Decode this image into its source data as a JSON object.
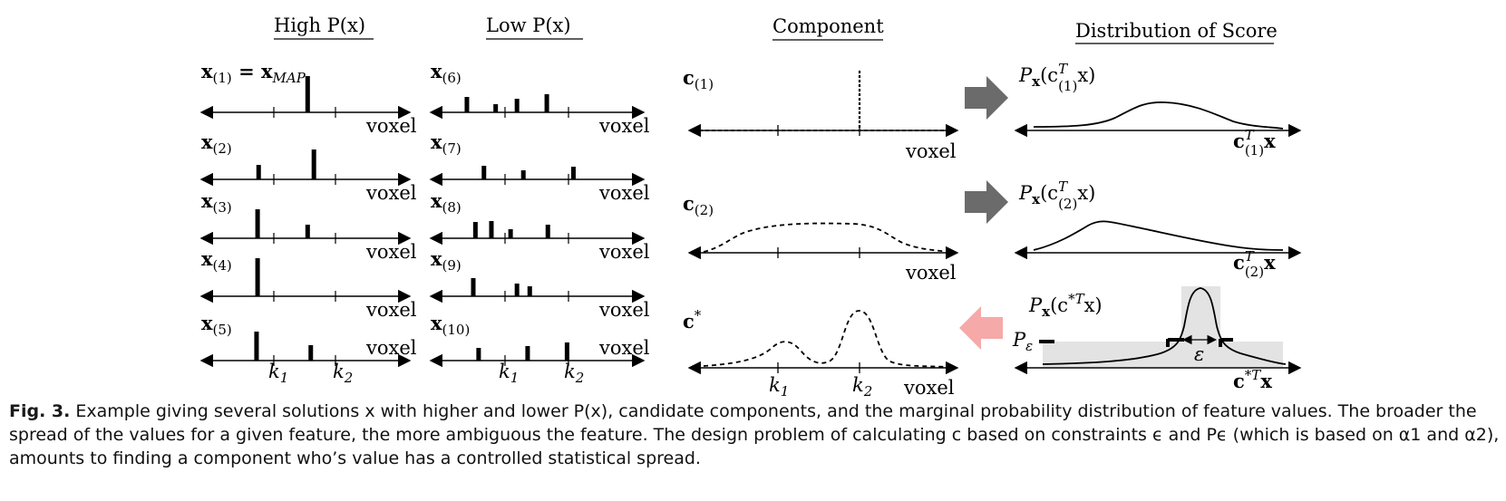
{
  "headings": {
    "high": "High P(x)",
    "low": "Low P(x)",
    "component": "Component",
    "distribution": "Distribution of Score"
  },
  "axis_word": "voxel",
  "tick_k1": "k",
  "tick_k2": "k",
  "solutions_high": [
    {
      "label": "x",
      "sub": "(1)",
      "suffix": " = x",
      "suffix_sub": "MAP",
      "spikes": [
        {
          "pos": 0.51,
          "h": 40
        }
      ]
    },
    {
      "label": "x",
      "sub": "(2)",
      "spikes": [
        {
          "pos": 0.275,
          "h": 16
        },
        {
          "pos": 0.54,
          "h": 33
        }
      ]
    },
    {
      "label": "x",
      "sub": "(3)",
      "spikes": [
        {
          "pos": 0.27,
          "h": 32
        },
        {
          "pos": 0.51,
          "h": 15
        }
      ]
    },
    {
      "label": "x",
      "sub": "(4)",
      "spikes": [
        {
          "pos": 0.27,
          "h": 42
        }
      ]
    },
    {
      "label": "x",
      "sub": "(5)",
      "spikes": [
        {
          "pos": 0.265,
          "h": 32
        },
        {
          "pos": 0.525,
          "h": 17
        }
      ]
    }
  ],
  "solutions_low": [
    {
      "label": "x",
      "sub": "(6)",
      "spikes": [
        {
          "pos": 0.17,
          "h": 17
        },
        {
          "pos": 0.305,
          "h": 9
        },
        {
          "pos": 0.405,
          "h": 15
        },
        {
          "pos": 0.545,
          "h": 20
        }
      ]
    },
    {
      "label": "x",
      "sub": "(7)",
      "spikes": [
        {
          "pos": 0.25,
          "h": 15
        },
        {
          "pos": 0.435,
          "h": 10
        },
        {
          "pos": 0.67,
          "h": 14
        }
      ]
    },
    {
      "label": "x",
      "sub": "(8)",
      "spikes": [
        {
          "pos": 0.21,
          "h": 18
        },
        {
          "pos": 0.285,
          "h": 19
        },
        {
          "pos": 0.375,
          "h": 10
        },
        {
          "pos": 0.55,
          "h": 15
        }
      ]
    },
    {
      "label": "x",
      "sub": "(9)",
      "spikes": [
        {
          "pos": 0.2,
          "h": 20
        },
        {
          "pos": 0.405,
          "h": 14
        },
        {
          "pos": 0.465,
          "h": 11
        }
      ]
    },
    {
      "label": "x",
      "sub": "(10)",
      "spikes": [
        {
          "pos": 0.225,
          "h": 14
        },
        {
          "pos": 0.455,
          "h": 16
        },
        {
          "pos": 0.64,
          "h": 20
        }
      ]
    }
  ],
  "components": [
    {
      "label": "c",
      "sub": "(1)"
    },
    {
      "label": "c",
      "sub": "(2)"
    },
    {
      "label": "c",
      "sup": "*"
    }
  ],
  "distributions": [
    {
      "p": "P",
      "p_sub": "x",
      "arg_open": "(c",
      "arg_sup": "T",
      "arg_sub": "(1)",
      "arg_close": "x)",
      "xlabel": "c",
      "xlabel_sup": "T",
      "xlabel_sub": "(1)",
      "xlabel_tail": "x"
    },
    {
      "p": "P",
      "p_sub": "x",
      "arg_open": "(c",
      "arg_sup": "T",
      "arg_sub": "(2)",
      "arg_close": "x)",
      "xlabel": "c",
      "xlabel_sup": "T",
      "xlabel_sub": "(2)",
      "xlabel_tail": "x"
    },
    {
      "p": "P",
      "p_sub": "x",
      "arg_open": "(c",
      "arg_sup": "*T",
      "arg_close": "x)",
      "xlabel": "c",
      "xlabel_sup": "*T",
      "xlabel_tail": "x"
    }
  ],
  "p_epsilon": {
    "p": "P",
    "sub": "ε"
  },
  "epsilon": "ε",
  "colors": {
    "arrow_gray": "#6b6b6b",
    "arrow_pink": "#f6a9a9",
    "shade": "#e3e3e3"
  },
  "caption": {
    "fig_label": "Fig. 3.",
    "text": "Example giving several solutions x with higher and lower P(x), candidate components, and the marginal probability distribution of feature values. The broader the spread of the values for a given feature, the more ambiguous the feature. The design problem of calculating c based on constraints ϵ and Pϵ (which is based on α1 and α2), amounts to finding a component who’s value has a controlled statistical spread."
  }
}
